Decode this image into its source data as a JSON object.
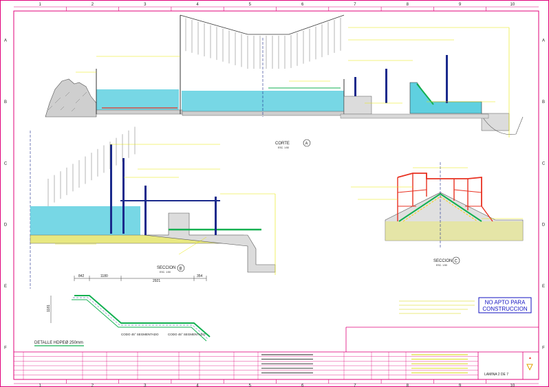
{
  "sheet": {
    "column_numbers": [
      "1",
      "2",
      "3",
      "4",
      "5",
      "6",
      "7",
      "8",
      "9",
      "10"
    ],
    "row_letters": [
      "A",
      "B",
      "C",
      "D",
      "E",
      "F"
    ],
    "colors": {
      "border": "#e0007a",
      "dimension": "#e8e800",
      "water": "#5fd0e0",
      "concrete": "#d8d8d8",
      "pipe": "#1a2a8c",
      "hdpe": "#12b050",
      "railing": "#e83020",
      "stamp": "#1010c0",
      "note": "#d8d800"
    }
  },
  "views": {
    "corte_a": {
      "title": "CORTE",
      "scale": "ESC. 1:50",
      "marker": "A"
    },
    "seccion_b": {
      "title": "SECCION",
      "scale": "ESC. 1:50",
      "marker": "B"
    },
    "seccion_c": {
      "title": "SECCION",
      "scale": "ESC. 1:50",
      "marker": "C"
    },
    "detalle": {
      "title": "DETALLE HDPEØ 250mm",
      "dims": [
        "842",
        "1180",
        "2921",
        "354",
        "1181"
      ],
      "labels": [
        "CODO 45° SEGMENTADO",
        "CODO 45° SEGMENTADO"
      ]
    }
  },
  "stamp": {
    "line1": "NO APTO PARA",
    "line2": "CONSTRUCCION"
  },
  "title_block": {
    "sheet_label": "LAMINA 2 DE 7"
  }
}
